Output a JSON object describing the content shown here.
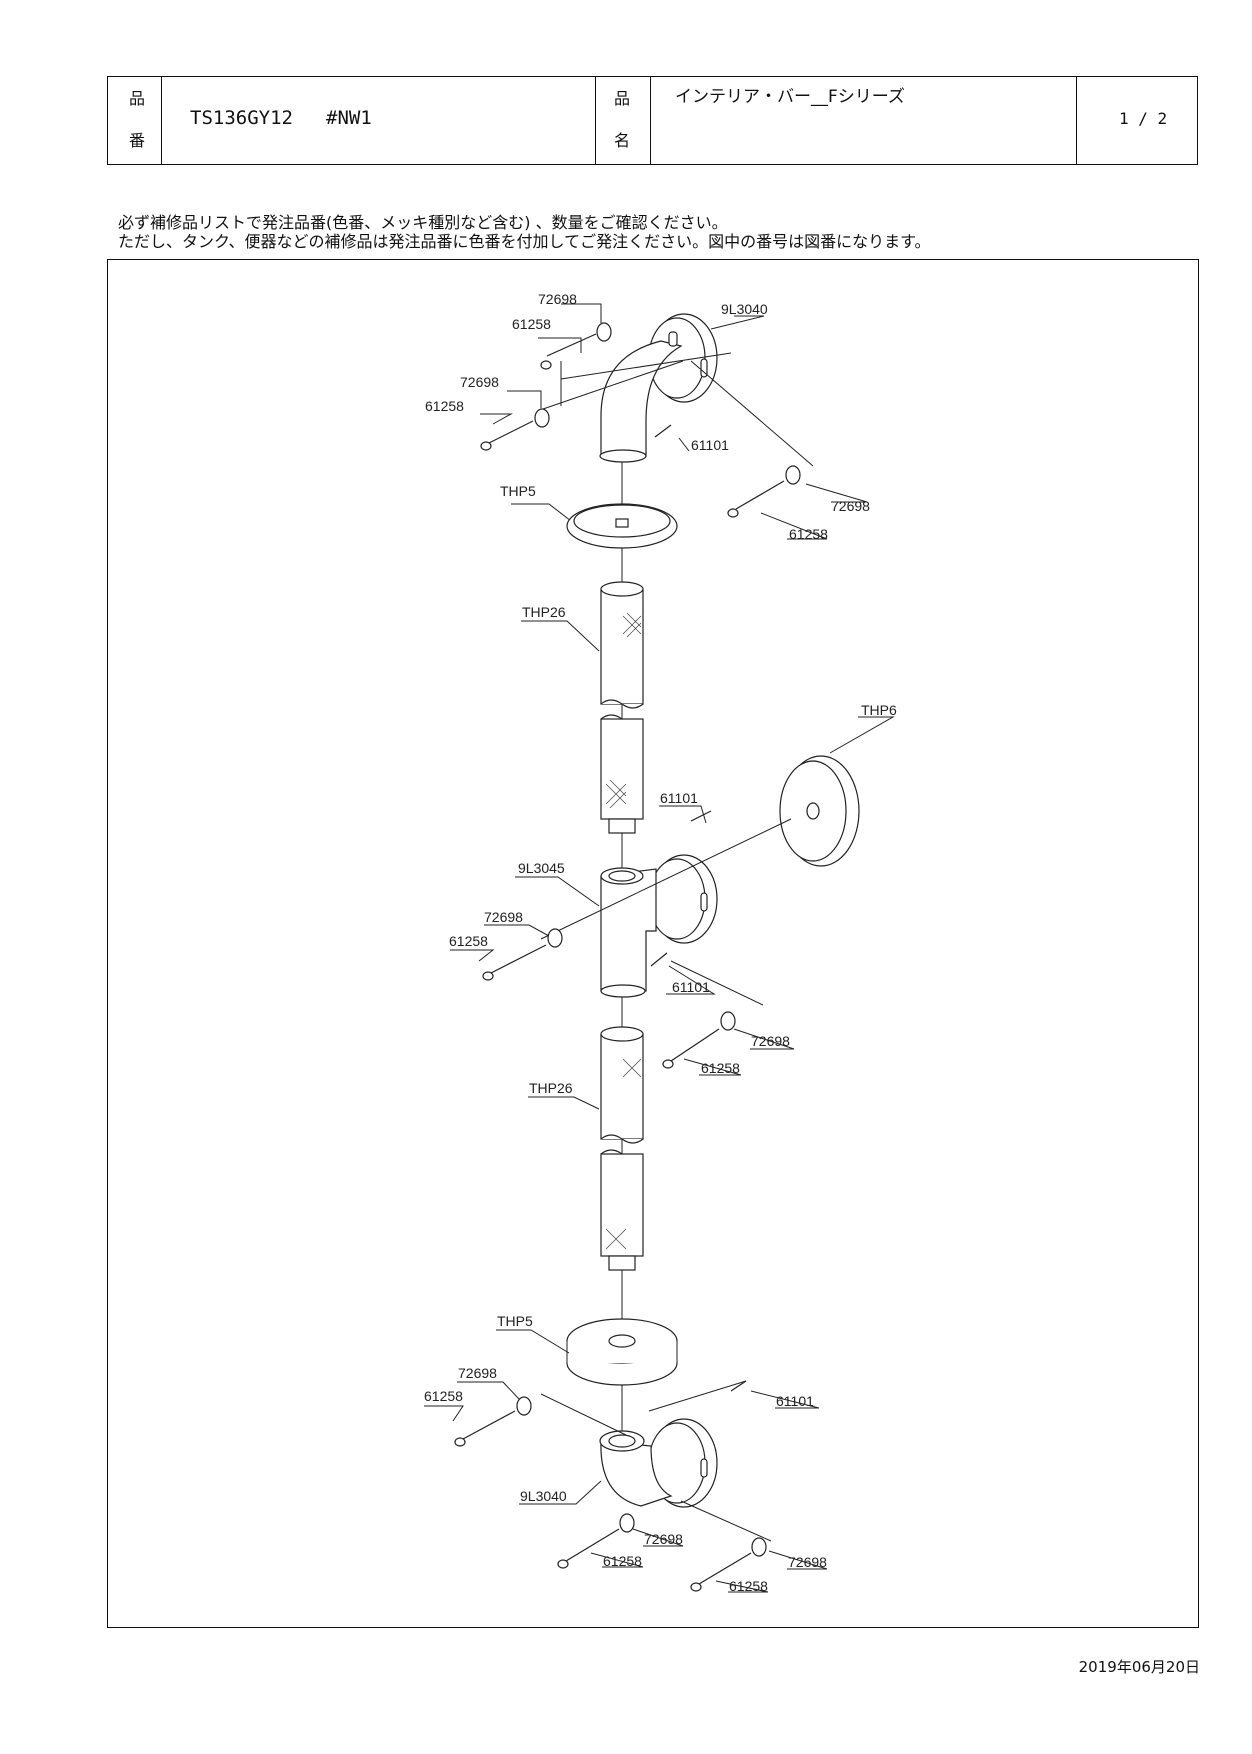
{
  "header": {
    "product_number_label_top": "品",
    "product_number_label_bottom": "番",
    "product_number": "TS136GY12",
    "color_code": "#NW1",
    "product_name_label_top": "品",
    "product_name_label_bottom": "名",
    "product_name": "インテリア・バー__Fシリーズ",
    "page": "1 / 2"
  },
  "notice": {
    "line1": "必ず補修品リストで発注品番(色番、メッキ種別など含む) 、数量をご確認ください。",
    "line2": "ただし、タンク、便器などの補修品は発注品番に色番を付加してご発注ください。図中の番号は図番になります。"
  },
  "diagram": {
    "labels": {
      "washer_72698": "72698",
      "screw_61258": "61258",
      "bracket_top": "9L3040",
      "set_screw_61101": "61101",
      "cover_thp5": "THP5",
      "pipe_thp26": "THP26",
      "cover_thp6": "THP6",
      "tee_9l3045": "9L3045",
      "bracket_bottom": "9L3040"
    }
  },
  "footer": {
    "date": "2019年06月20日"
  }
}
